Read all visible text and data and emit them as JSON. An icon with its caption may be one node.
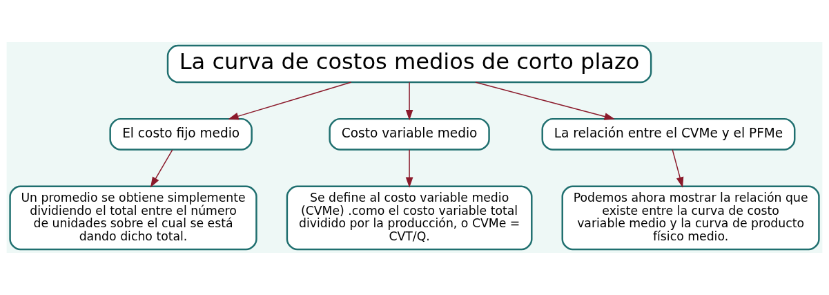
{
  "diagram": {
    "nodes": [
      {
        "text": [
          "La curva de costos medios de corto plazo"
        ]
      },
      {
        "text": [
          "El costo fijo medio"
        ]
      },
      {
        "text": [
          "Costo variable medio"
        ]
      },
      {
        "text": [
          "La relación entre el CVMe y el PFMe"
        ]
      },
      {
        "text": [
          "Un promedio se obtiene simplemente dividiendo el total entre el número de unidades sobre el cual se está dando dicho total."
        ]
      },
      {
        "text": [
          "Se define al costo variable medio (CVMe) .como el costo variable total dividido por la producción, o CVMe = CVT/Q."
        ]
      },
      {
        "text": [
          "Podemos ahora mostrar la relación que existe entre la curva de costo variable medio y la curva de producto físico medio."
        ]
      }
    ],
    "edges": [
      {
        "from": 0,
        "to": 1,
        "arrow": "to"
      },
      {
        "from": 0,
        "to": 2,
        "arrow": "to"
      },
      {
        "from": 0,
        "to": 3,
        "arrow": "to"
      },
      {
        "from": 1,
        "to": 4,
        "arrow": "to"
      },
      {
        "from": 2,
        "to": 5,
        "arrow": "to"
      },
      {
        "from": 3,
        "to": 6,
        "arrow": "to"
      }
    ]
  }
}
